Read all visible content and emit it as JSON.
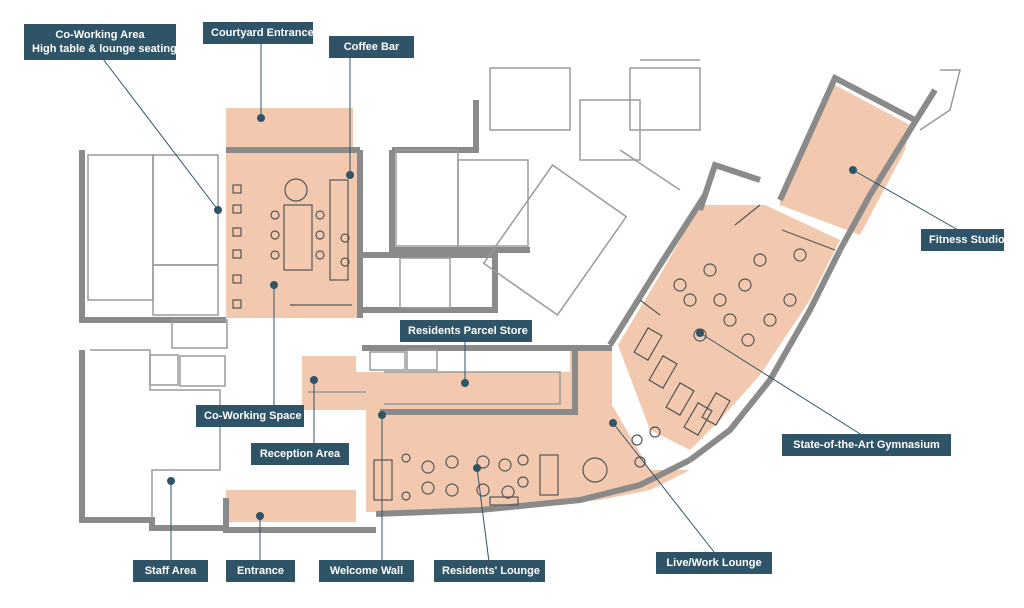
{
  "colors": {
    "zone_fill": "#f2c9ae",
    "wall": "#8a8a8a",
    "line": "#9a9a9a",
    "label_bg": "#2f5467",
    "label_text": "#ffffff",
    "leader": "#2f5467"
  },
  "labels": {
    "coworking_area": {
      "line1": "Co-Working Area",
      "line2": "High table & lounge seating"
    },
    "courtyard_entrance": "Courtyard Entrance",
    "coffee_bar": "Coffee Bar",
    "fitness_studio": "Fitness Studio",
    "residents_parcel_store": "Residents Parcel Store",
    "coworking_space": "Co-Working Space",
    "reception_area": "Reception Area",
    "state_of_the_art_gymnasium": "State-of-the-Art Gymnasium",
    "staff_area": "Staff Area",
    "entrance": "Entrance",
    "welcome_wall": "Welcome Wall",
    "residents_lounge": "Residents' Lounge",
    "live_work_lounge": "Live/Work Lounge"
  }
}
